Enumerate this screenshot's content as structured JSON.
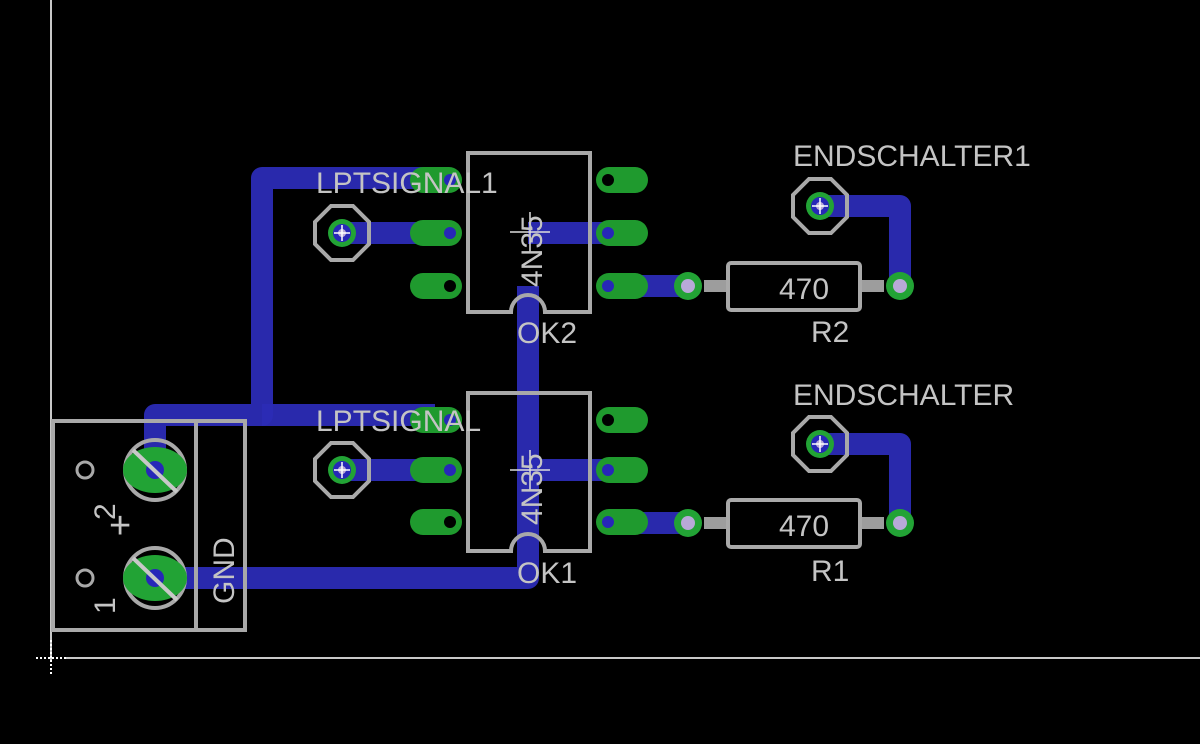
{
  "app": "EAGLE Board Editor",
  "colors": {
    "background": "#000000",
    "trace_bottom": "#2b2bb5",
    "pad": "#22a335",
    "silkscreen": "#a9a9a9",
    "outline": "#c8c8c8"
  },
  "parts": {
    "ok2": {
      "name": "OK2",
      "value": "4N35"
    },
    "ok1": {
      "name": "OK1",
      "value": "4N35"
    },
    "r2": {
      "name": "R2",
      "value": "470"
    },
    "r1": {
      "name": "R1",
      "value": "470"
    },
    "lptsignal1": {
      "name": "LPTSIGNAL1"
    },
    "lptsignal": {
      "name": "LPTSIGNAL"
    },
    "endschalter1": {
      "name": "ENDSCHALTER1"
    },
    "endschalter": {
      "name": "ENDSCHALTER"
    },
    "terminal": {
      "pin1": "1",
      "pin2": "2",
      "plus": "+",
      "gnd": "GND"
    }
  }
}
